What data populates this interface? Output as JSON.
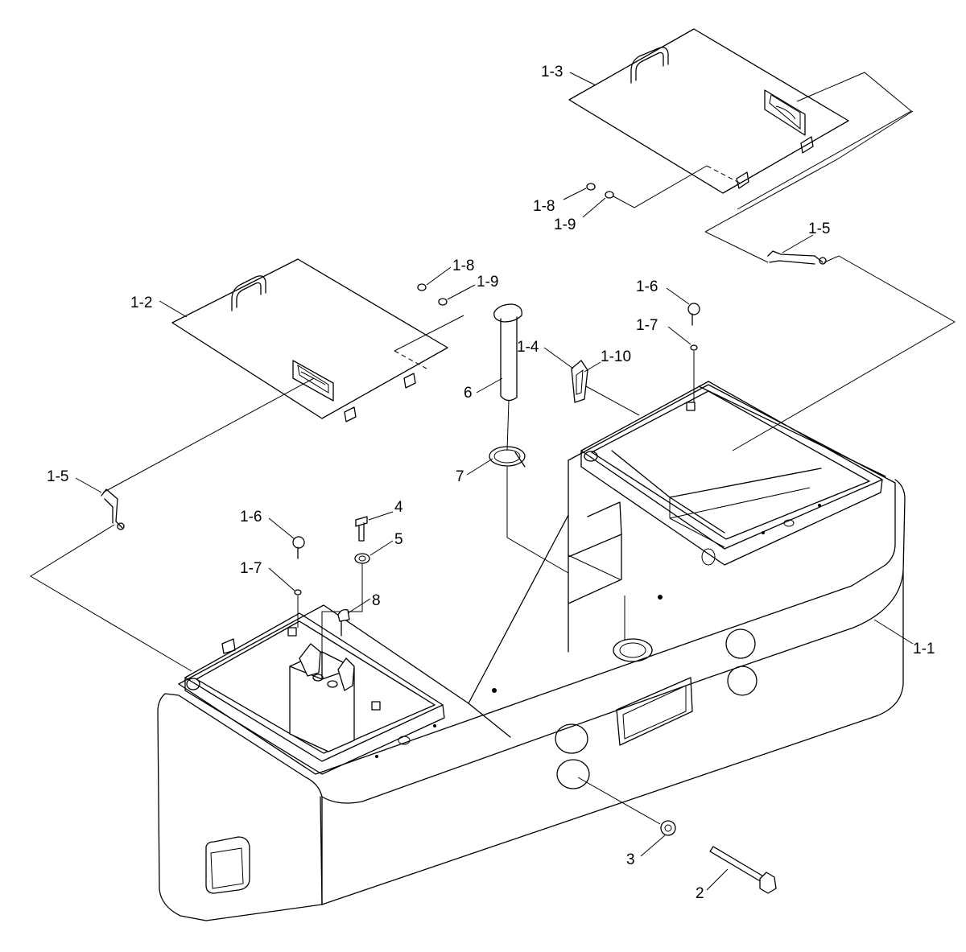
{
  "diagram": {
    "callouts": [
      {
        "id": "c-1-3",
        "text": "1-3"
      },
      {
        "id": "c-1-8a",
        "text": "1-8"
      },
      {
        "id": "c-1-9a",
        "text": "1-9"
      },
      {
        "id": "c-1-5a",
        "text": "1-5"
      },
      {
        "id": "c-1-8b",
        "text": "1-8"
      },
      {
        "id": "c-1-9b",
        "text": "1-9"
      },
      {
        "id": "c-1-2",
        "text": "1-2"
      },
      {
        "id": "c-1-6a",
        "text": "1-6"
      },
      {
        "id": "c-1-7a",
        "text": "1-7"
      },
      {
        "id": "c-1-4",
        "text": "1-4"
      },
      {
        "id": "c-1-10",
        "text": "1-10"
      },
      {
        "id": "c-6",
        "text": "6"
      },
      {
        "id": "c-7",
        "text": "7"
      },
      {
        "id": "c-1-5b",
        "text": "1-5"
      },
      {
        "id": "c-4",
        "text": "4"
      },
      {
        "id": "c-1-6b",
        "text": "1-6"
      },
      {
        "id": "c-5",
        "text": "5"
      },
      {
        "id": "c-1-7b",
        "text": "1-7"
      },
      {
        "id": "c-8",
        "text": "8"
      },
      {
        "id": "c-1-1",
        "text": "1-1"
      },
      {
        "id": "c-3",
        "text": "3"
      },
      {
        "id": "c-2",
        "text": "2"
      }
    ]
  }
}
